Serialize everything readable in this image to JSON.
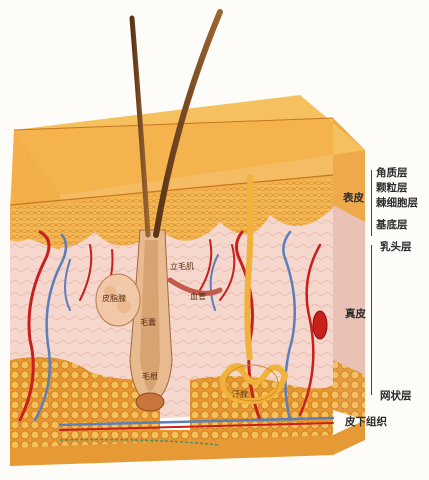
{
  "labels": {
    "epidermis": "表皮",
    "stratum_corneum": "角质层",
    "stratum_granulosum": "颗粒层",
    "stratum_spinosum": "棘细胞层",
    "stratum_basale": "基底层",
    "dermis": "真皮",
    "papillary_layer": "乳头层",
    "reticular_layer": "网状层",
    "subcutaneous": "皮下组织"
  },
  "inner_labels": {
    "sebaceous_gland": "皮脂腺",
    "arrector_pili": "立毛肌",
    "hair_follicle": "毛囊",
    "hair_root": "毛根",
    "sweat_gland": "汗腺",
    "blood_vessel": "血管"
  },
  "colors": {
    "epidermis": "#f2b24a",
    "dermis": "#f4d3c8",
    "subcutaneous_fat": "#f0a93a",
    "artery": "#c8201c",
    "vein": "#5b7fb8",
    "sweat_gland": "#f0b23a",
    "hair": "#7a4a22"
  }
}
